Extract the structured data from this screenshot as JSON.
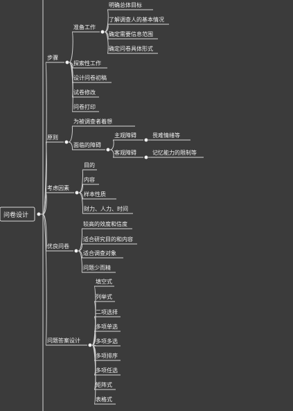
{
  "mindmap": {
    "root": "问卷设计",
    "branches": [
      {
        "label": "步骤",
        "children": [
          {
            "label": "准备工作",
            "children": [
              {
                "label": "明确总体目标"
              },
              {
                "label": "了解调查人的基本情况"
              },
              {
                "label": "确定需要信息范围"
              },
              {
                "label": "确定问卷具体形式"
              }
            ]
          },
          {
            "label": "探索性工作"
          },
          {
            "label": "设计问卷初稿"
          },
          {
            "label": "试卷修改"
          },
          {
            "label": "问卷打印"
          }
        ]
      },
      {
        "label": "原则",
        "children": [
          {
            "label": "为被调查者着想"
          },
          {
            "label": "面临的障碍",
            "children": [
              {
                "label": "主观障碍",
                "children": [
                  {
                    "label": "畏难情绪等"
                  }
                ]
              },
              {
                "label": "客观障碍",
                "children": [
                  {
                    "label": "记忆能力的限制等"
                  }
                ]
              }
            ]
          }
        ]
      },
      {
        "label": "考虑因素",
        "children": [
          {
            "label": "目的"
          },
          {
            "label": "内容"
          },
          {
            "label": "样本性质"
          },
          {
            "label": "财力、人力、时间"
          }
        ]
      },
      {
        "label": "优良问卷",
        "children": [
          {
            "label": "较高的效度和信度"
          },
          {
            "label": "适合研究目的和内容"
          },
          {
            "label": "适合调查对象"
          },
          {
            "label": "问题少而精"
          }
        ]
      },
      {
        "label": "问题答案设计",
        "children": [
          {
            "label": "填空式"
          },
          {
            "label": "列举式"
          },
          {
            "label": "二项选择"
          },
          {
            "label": "多项单选"
          },
          {
            "label": "多项多选"
          },
          {
            "label": "多项排序"
          },
          {
            "label": "多项任选"
          },
          {
            "label": "矩阵式"
          },
          {
            "label": "表格式"
          }
        ]
      }
    ]
  }
}
